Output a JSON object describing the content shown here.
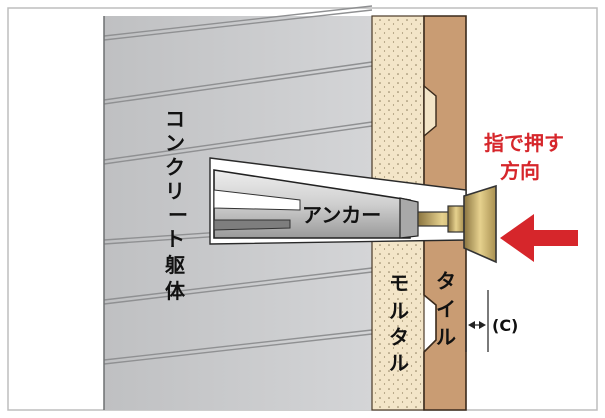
{
  "labels": {
    "concrete": [
      "コ",
      "ン",
      "ク",
      "リ",
      "ー",
      "ト",
      "躯",
      "体"
    ],
    "anchor": "アンカー",
    "mortar": [
      "モ",
      "ル",
      "タ",
      "ル"
    ],
    "tile": [
      "タ",
      "イ",
      "ル"
    ],
    "push_line1": "指で押す",
    "push_line2": "方向",
    "clearance": "(C)"
  },
  "colors": {
    "concrete": "#c9cacc",
    "mortar": "#f1e3c6",
    "tile": "#c89a72",
    "arrow": "#d6262b",
    "anchor_body": "#d2d2d2",
    "brass": "#c9b06a"
  }
}
